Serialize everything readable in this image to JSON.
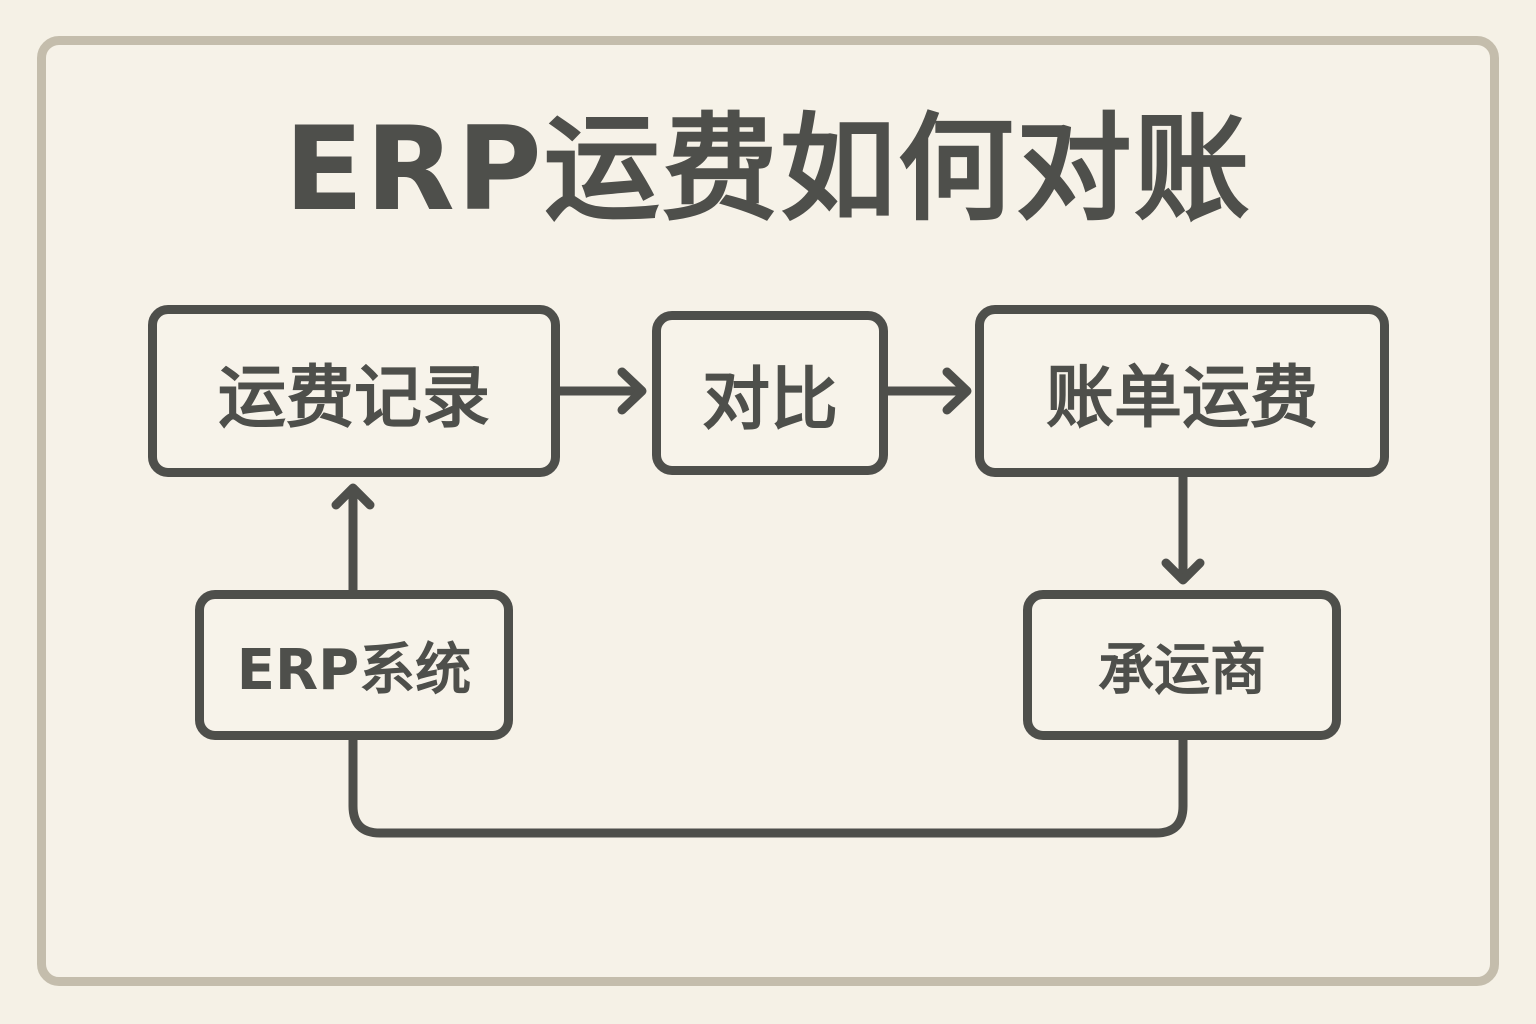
{
  "diagram": {
    "title": "ERP运费如何对账",
    "nodes": {
      "freight_record": "运费记录",
      "compare": "对比",
      "bill_freight": "账单运费",
      "erp_system": "ERP系统",
      "carrier": "承运商"
    },
    "edges": [
      {
        "from": "freight_record",
        "to": "compare",
        "arrow": true
      },
      {
        "from": "compare",
        "to": "bill_freight",
        "arrow": true
      },
      {
        "from": "bill_freight",
        "to": "carrier",
        "arrow": true
      },
      {
        "from": "carrier",
        "to": "erp_system",
        "arrow": false
      },
      {
        "from": "erp_system",
        "to": "freight_record",
        "arrow": true
      }
    ],
    "colors": {
      "background": "#f5f1e6",
      "frame_border": "#c4bdac",
      "ink": "#4e4f4b"
    }
  }
}
